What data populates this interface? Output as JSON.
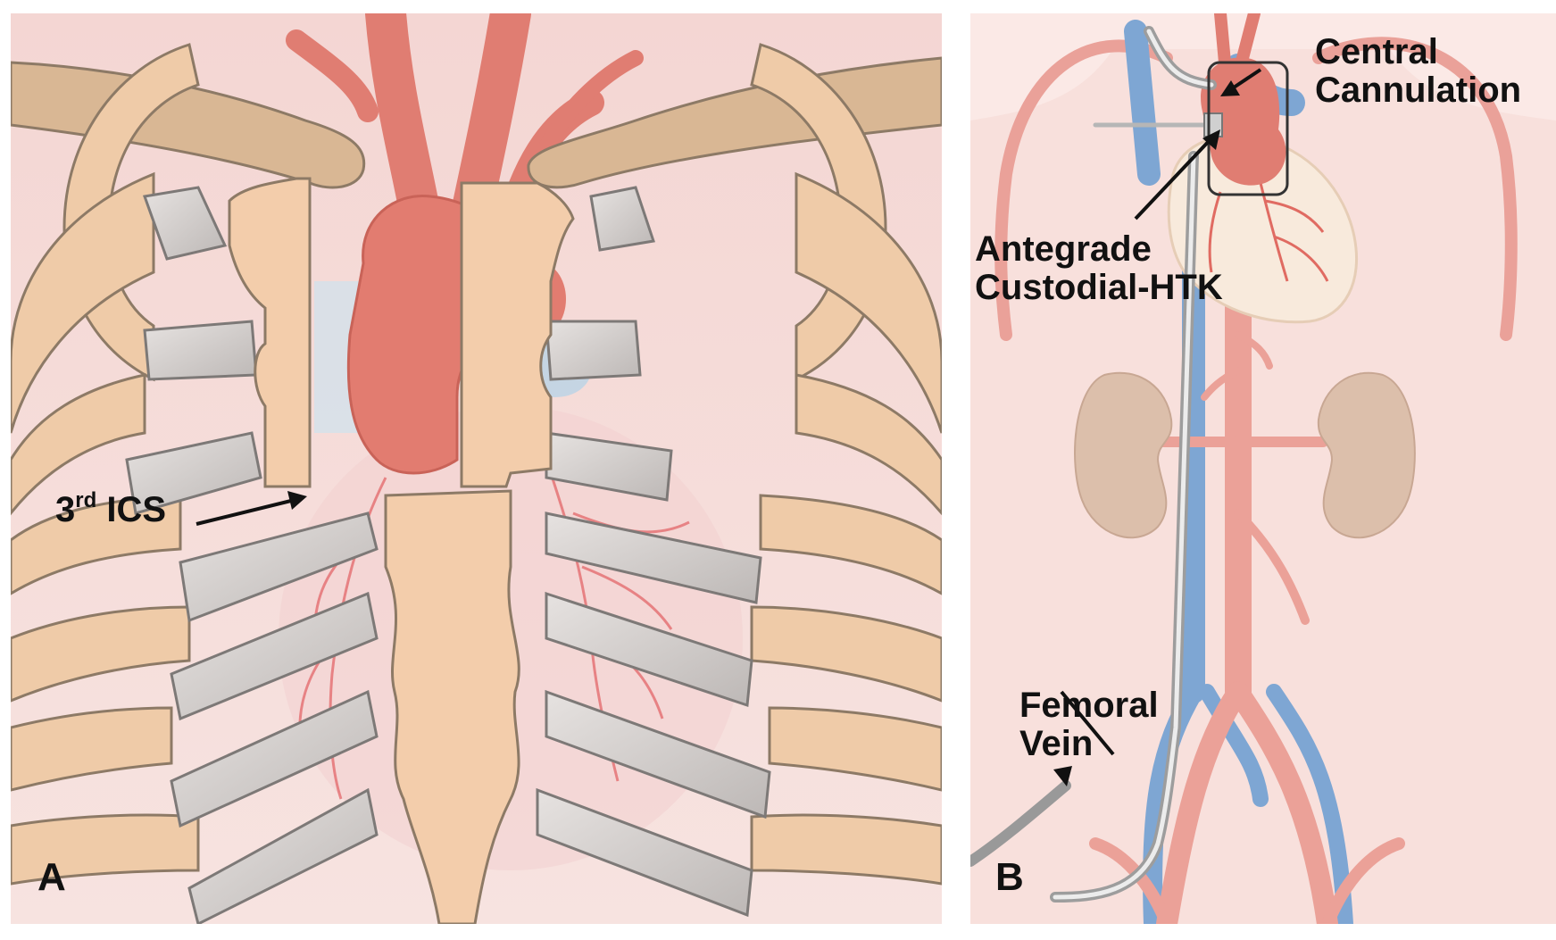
{
  "panel_a": {
    "letter": "A",
    "ics_label": {
      "number": "3",
      "superscript": "rd",
      "text": "ICS"
    }
  },
  "panel_b": {
    "letter": "B",
    "central_label": [
      "Central",
      "Cannulation"
    ],
    "antegrade_label": [
      "Antegrade",
      "Custodial-HTK"
    ],
    "femoral_label": [
      "Femoral",
      "Vein"
    ]
  },
  "colors": {
    "bone": "#efcba8",
    "cartilage": "#d3cfcd",
    "aorta": "#e07d72",
    "vein": "#7ea6d3",
    "skin": "#f6dcd9",
    "cannula": "#c8c8c8",
    "text": "#111111"
  }
}
